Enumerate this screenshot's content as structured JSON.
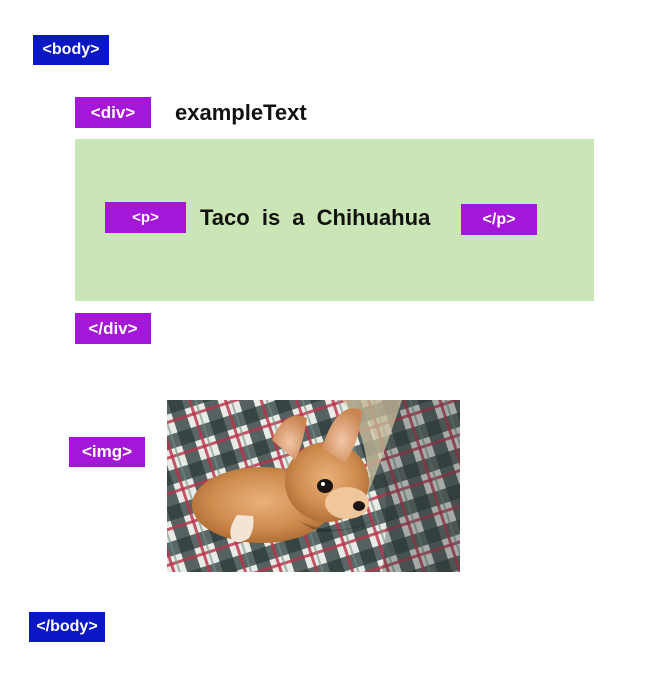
{
  "tags": {
    "body_open": "<body>",
    "div_open": "<div>",
    "p_open": "<p>",
    "p_close": "</p>",
    "div_close": "</div>",
    "img": "<img>",
    "body_close": "</body>"
  },
  "div_name": "exampleText",
  "paragraph_text": "Taco is a Chihuahua",
  "image": {
    "icon": "chihuahua-photo"
  },
  "colors": {
    "body_tag": "#0a17c4",
    "element_tag": "#a416d8",
    "div_box": "#cbe6b6"
  }
}
